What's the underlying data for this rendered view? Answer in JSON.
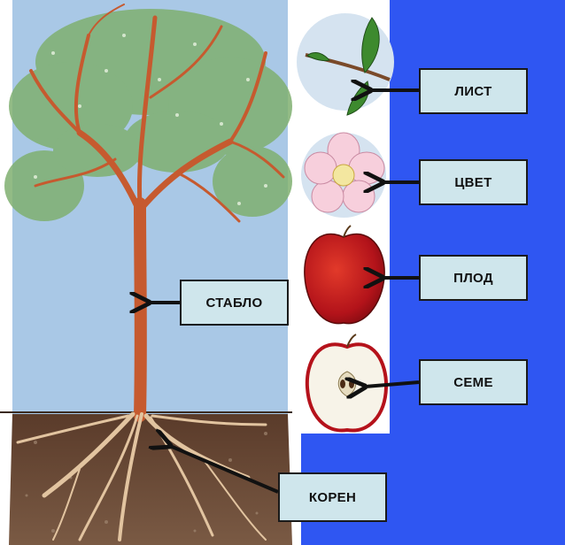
{
  "colors": {
    "sky": "#a9c8e6",
    "panel_blue": "#2f56f2",
    "soil": "#6b4a36",
    "trunk": "#c65a2f",
    "root": "#e2c4a0",
    "foliage": "#7fb070",
    "label_bg": "#cfe6ec",
    "arrow": "#111111"
  },
  "icons": [
    "leaf-icon",
    "flower-icon",
    "apple-icon",
    "apple-half-icon"
  ],
  "labels": {
    "leaf": "ЛИСТ",
    "flower": "ЦВЕТ",
    "fruit": "ПЛОД",
    "seed": "СЕМЕ",
    "stem": "СТАБЛО",
    "root": "КОРЕН"
  }
}
